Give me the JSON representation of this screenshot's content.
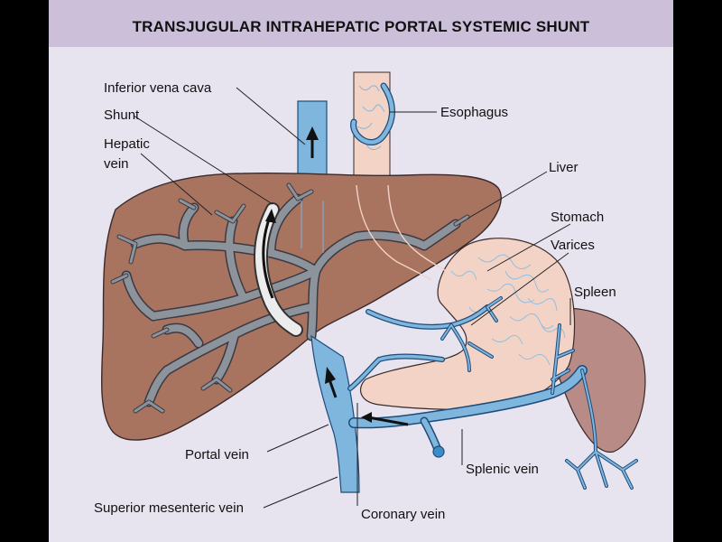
{
  "title": "TRANSJUGULAR INTRAHEPATIC PORTAL SYSTEMIC SHUNT",
  "labels": {
    "ivc": "Inferior vena cava",
    "shunt": "Shunt",
    "hepatic_vein_line1": "Hepatic",
    "hepatic_vein_line2": "vein",
    "esophagus": "Esophagus",
    "liver": "Liver",
    "stomach": "Stomach",
    "varices": "Varices",
    "spleen": "Spleen",
    "portal_vein": "Portal vein",
    "splenic_vein": "Splenic vein",
    "sup_mesenteric_vein": "Superior mesenteric vein",
    "coronary_vein": "Coronary vein"
  },
  "colors": {
    "background": "#e7e3ef",
    "title_bar": "#cbbfda",
    "liver": "#a8735f",
    "stomach": "#f3d3c6",
    "spleen": "#b98b86",
    "vein": "#7fb6de",
    "hepatic_vessels": "#8d939b"
  }
}
